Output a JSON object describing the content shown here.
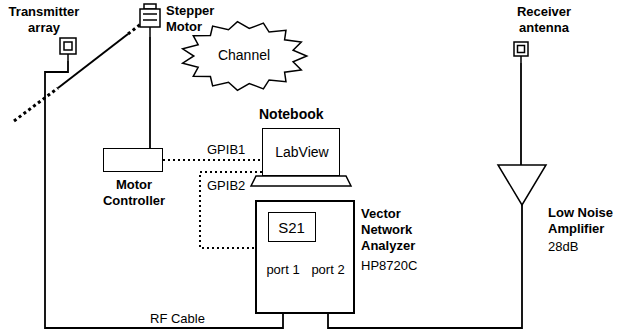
{
  "diagram": {
    "nodes": [
      {
        "text": [
          "Transmitter array"
        ]
      },
      {
        "text": [
          "Stepper Motor"
        ]
      },
      {
        "text": [
          "Channel"
        ]
      },
      {
        "text": [
          "Receiver antenna"
        ]
      },
      {
        "text": [
          "Notebook",
          "LabView"
        ]
      },
      {
        "text": [
          "Motor Controller"
        ]
      },
      {
        "text": [
          "Vector Network Analyzer",
          "HP8720C"
        ]
      },
      {
        "text": [
          "S21"
        ],
        "in": 6
      },
      {
        "text": [
          "Low Noise Amplifier",
          "28dB"
        ]
      }
    ],
    "edges": [
      {
        "from": 1,
        "to": 5,
        "arrow": "none"
      },
      {
        "from": 5,
        "to": 4,
        "label": "GPIB1",
        "arrow": "none"
      },
      {
        "from": 4,
        "to": 6,
        "label": "GPIB2",
        "arrow": "none"
      },
      {
        "from": 6,
        "to": 0,
        "label": "RF Cable",
        "arrow": "none"
      },
      {
        "from": 3,
        "to": 8,
        "arrow": "none"
      },
      {
        "from": 8,
        "to": 6,
        "arrow": "none"
      }
    ],
    "labels": [
      "port 1",
      "port 2"
    ]
  }
}
